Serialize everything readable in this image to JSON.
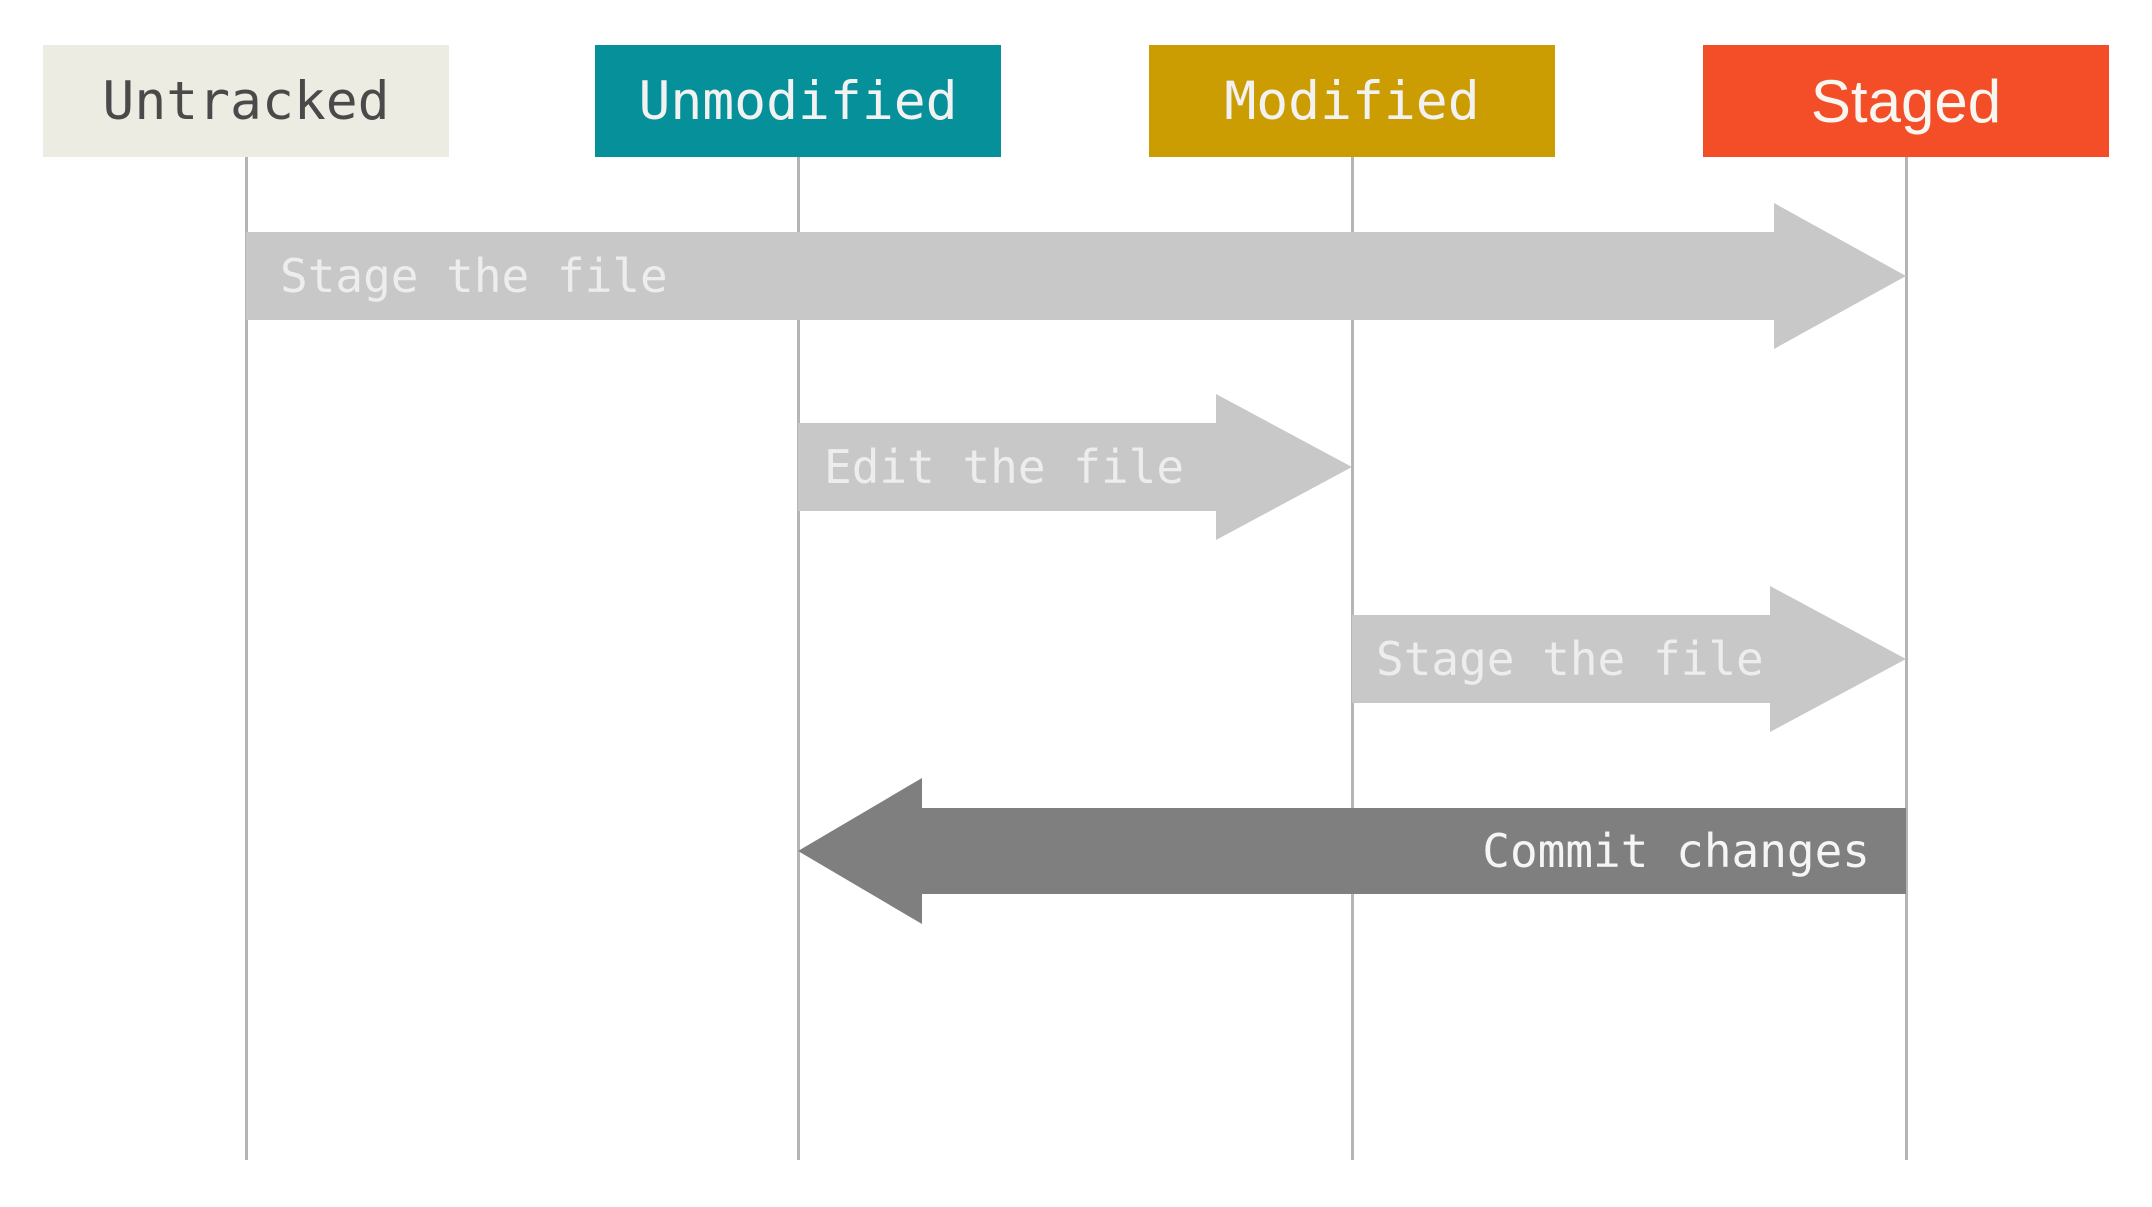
{
  "diagram": {
    "background": "#FFFFFF",
    "lifeline_color": "#B5B5B5"
  },
  "states": [
    {
      "label": "Untracked",
      "color": "#EDECE2",
      "text_color": "#4A4A4A"
    },
    {
      "label": "Unmodified",
      "color": "#069099",
      "text_color": "#F2F2F2"
    },
    {
      "label": "Modified",
      "color": "#CB9D03",
      "text_color": "#F2F2F2"
    },
    {
      "label": "Staged",
      "color": "#F34E28",
      "text_color": "#F7F6F1"
    }
  ],
  "transitions": [
    {
      "label": "Stage the file",
      "from": "Untracked",
      "to": "Staged",
      "direction": "right",
      "color": "#C8C8C8",
      "text_color": "#EDEDED"
    },
    {
      "label": "Edit the file",
      "from": "Unmodified",
      "to": "Modified",
      "direction": "right",
      "color": "#C8C8C8",
      "text_color": "#EDEDED"
    },
    {
      "label": "Stage the file",
      "from": "Modified",
      "to": "Staged",
      "direction": "right",
      "color": "#C8C8C8",
      "text_color": "#EDEDED"
    },
    {
      "label": "Commit changes",
      "from": "Staged",
      "to": "Unmodified",
      "direction": "left",
      "color": "#7F7F7F",
      "text_color": "#F5F5F5"
    }
  ]
}
